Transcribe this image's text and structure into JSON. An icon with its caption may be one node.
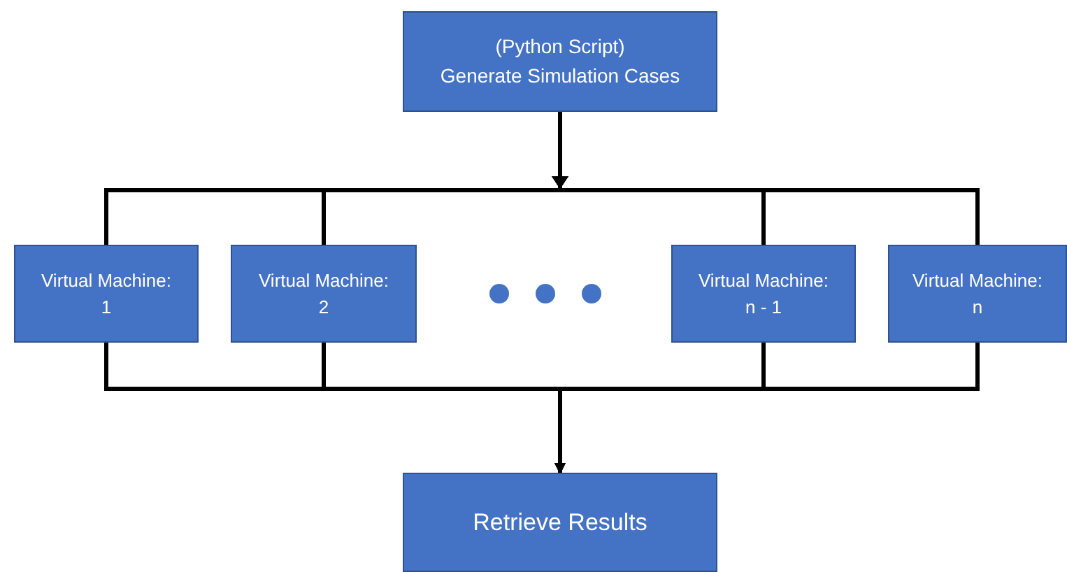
{
  "diagram": {
    "nodes": [
      {
        "text": [
          "(Python Script)",
          "Generate Simulation Cases"
        ]
      },
      {
        "text": [
          "Virtual Machine: 1"
        ]
      },
      {
        "text": [
          "Virtual Machine: 2"
        ]
      },
      {
        "text": [
          "Virtual Machine: n - 1"
        ]
      },
      {
        "text": [
          "Virtual Machine: n"
        ]
      },
      {
        "text": [
          "Retrieve Results"
        ]
      }
    ],
    "edges": [
      {
        "from": 0,
        "to": 1,
        "arrow": "to"
      },
      {
        "from": 0,
        "to": 2,
        "arrow": "to"
      },
      {
        "from": 0,
        "to": 3,
        "arrow": "to"
      },
      {
        "from": 0,
        "to": 4,
        "arrow": "to"
      },
      {
        "from": 1,
        "to": 5,
        "arrow": "to"
      },
      {
        "from": 2,
        "to": 5,
        "arrow": "to"
      },
      {
        "from": 3,
        "to": 5,
        "arrow": "to"
      },
      {
        "from": 4,
        "to": 5,
        "arrow": "to"
      }
    ]
  }
}
